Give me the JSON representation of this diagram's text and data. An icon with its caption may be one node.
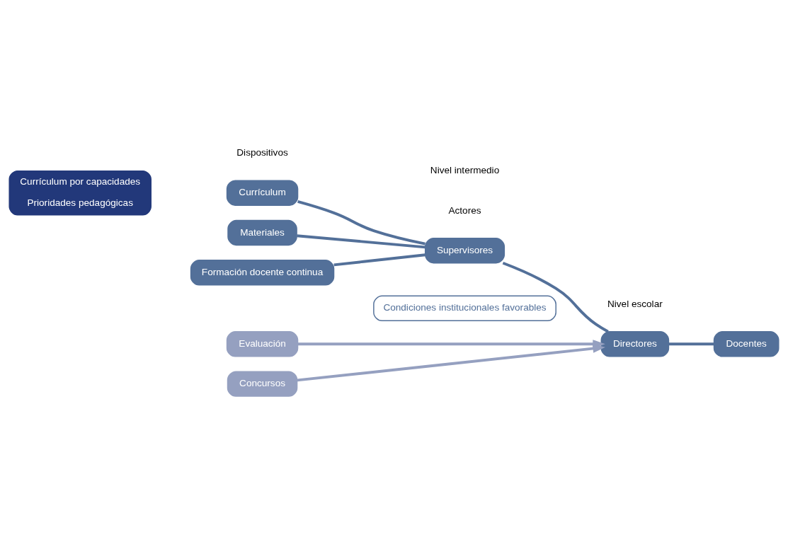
{
  "diagram": {
    "nodes": [
      {
        "text": [
          "Currículum por capacidades",
          "Prioridades pedagógicas"
        ]
      },
      {
        "text": [
          "Currículum"
        ]
      },
      {
        "text": [
          "Materiales"
        ]
      },
      {
        "text": [
          "Formación docente continua"
        ]
      },
      {
        "text": [
          "Evaluación"
        ]
      },
      {
        "text": [
          "Concursos"
        ]
      },
      {
        "text": [
          "Supervisores"
        ]
      },
      {
        "text": [
          "Directores"
        ]
      },
      {
        "text": [
          "Docentes"
        ]
      },
      {
        "text": [
          "Condiciones institucionales favorables"
        ]
      }
    ],
    "edges": [
      {
        "from": 1,
        "to": 6,
        "arrow": "none"
      },
      {
        "from": 2,
        "to": 6,
        "arrow": "none"
      },
      {
        "from": 3,
        "to": 6,
        "arrow": "none"
      },
      {
        "from": 6,
        "to": 7,
        "arrow": "none"
      },
      {
        "from": 7,
        "to": 8,
        "arrow": "none"
      },
      {
        "from": 4,
        "to": 7,
        "arrow": "to",
        "color": "#95a0c0"
      },
      {
        "from": 5,
        "to": 7,
        "arrow": "to",
        "color": "#95a0c0"
      }
    ],
    "labels": [
      "Dispositivos",
      "Actores",
      "Nivel intermedio",
      "Nivel escolar"
    ]
  }
}
